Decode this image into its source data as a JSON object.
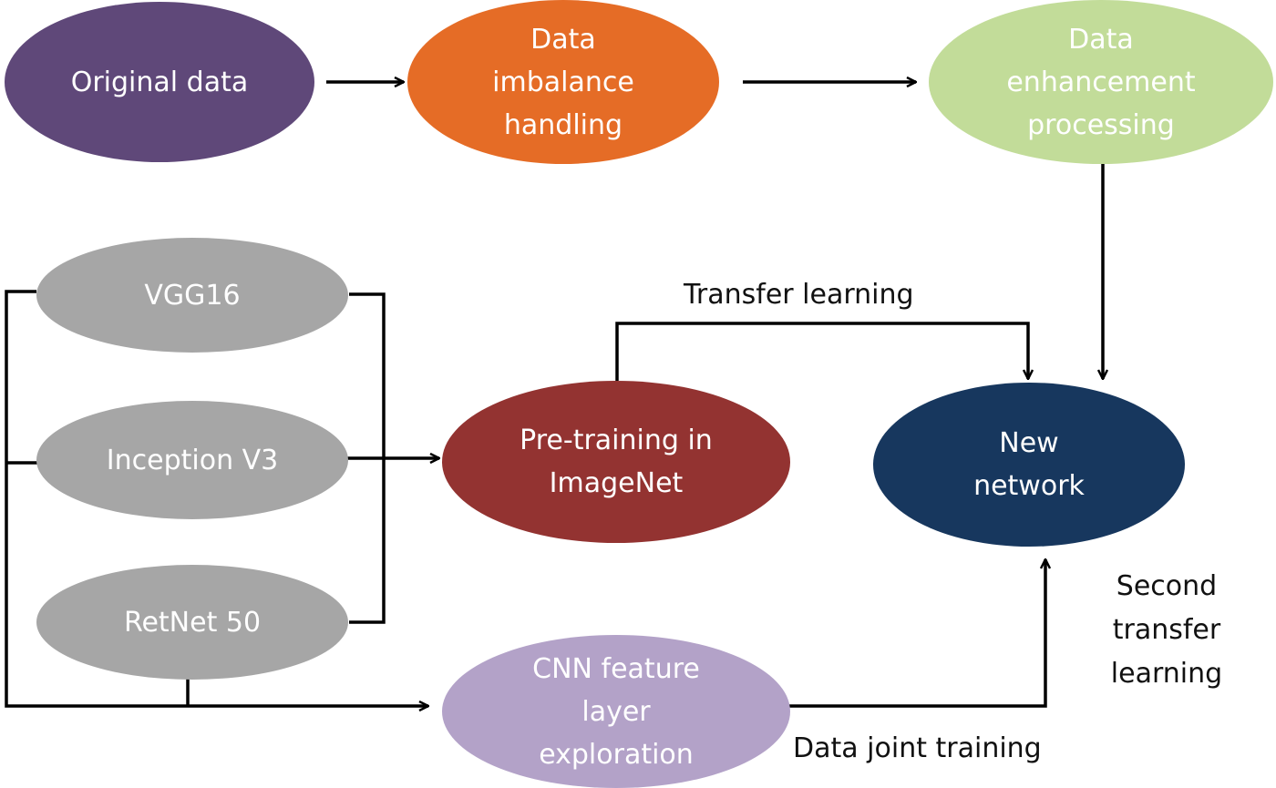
{
  "nodes": {
    "original_data": {
      "label": "Original data",
      "fill": "#5f4879",
      "text_color": "#ffffff"
    },
    "data_imbalance": {
      "label": "Data\nimbalance\nhandling",
      "fill": "#e56c26",
      "text_color": "#ffffff"
    },
    "data_enhancement": {
      "label": "Data\nenhancement\nprocessing",
      "fill": "#c2dc99",
      "text_color": "#ffffff"
    },
    "vgg16": {
      "label": "VGG16",
      "fill": "#a6a6a6",
      "text_color": "#ffffff"
    },
    "inception_v3": {
      "label": "Inception V3",
      "fill": "#a6a6a6",
      "text_color": "#ffffff"
    },
    "retnet50": {
      "label": "RetNet 50",
      "fill": "#a6a6a6",
      "text_color": "#ffffff"
    },
    "pretraining": {
      "label": "Pre-training in\nImageNet",
      "fill": "#933331",
      "text_color": "#ffffff"
    },
    "new_network": {
      "label": "New\nnetwork",
      "fill": "#17375e",
      "text_color": "#ffffff"
    },
    "cnn_feature": {
      "label": "CNN feature\nlayer\nexploration",
      "fill": "#b3a2c8",
      "text_color": "#ffffff"
    }
  },
  "edge_labels": {
    "transfer_learning": "Transfer learning",
    "second_transfer": "Second\ntransfer\nlearning",
    "data_joint": "Data joint training"
  },
  "colors": {
    "line": "#000000"
  }
}
